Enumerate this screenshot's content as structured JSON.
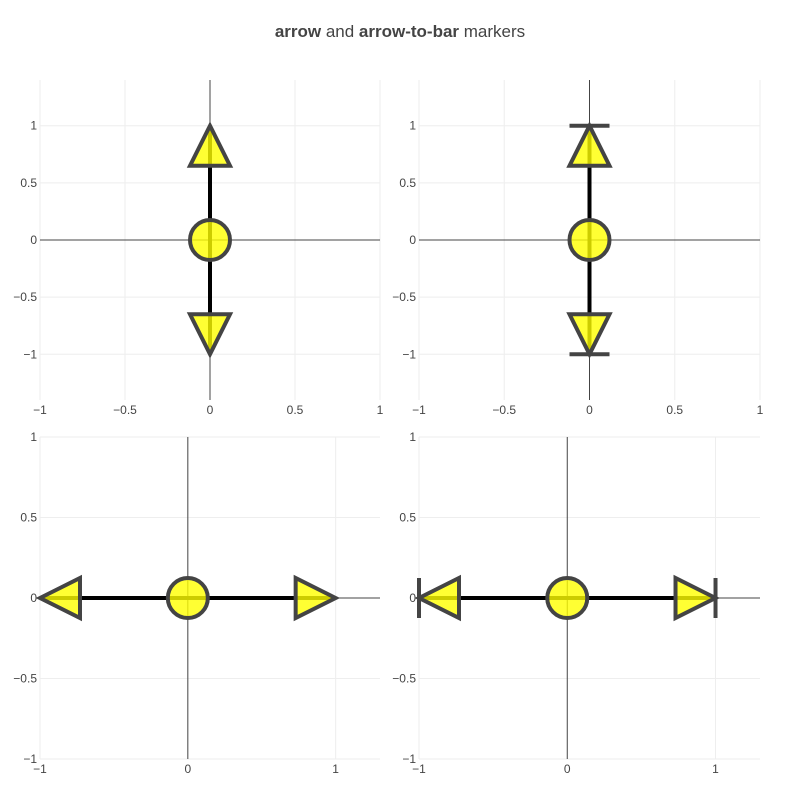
{
  "title": {
    "part1": "arrow",
    "part2": " and ",
    "part3": "arrow-to-bar",
    "part4": " markers"
  },
  "colors": {
    "marker_fill": "#ffff00",
    "marker_line": "#444444",
    "trace_line": "#000000",
    "grid": "#eeeeee",
    "zeroline": "#444444"
  },
  "chart_data": [
    {
      "type": "scatter",
      "name": "top-left",
      "x": [
        0,
        0,
        0
      ],
      "y": [
        -1,
        0,
        1
      ],
      "markers": [
        "arrow-down",
        "circle",
        "arrow-up"
      ],
      "xlim": [
        -1,
        1
      ],
      "ylim": [
        -1.4,
        1.4
      ],
      "xticks": [
        -1,
        -0.5,
        0,
        0.5,
        1
      ],
      "xtick_labels": [
        "−1",
        "−0.5",
        "0",
        "0.5",
        "1"
      ],
      "yticks": [
        -1,
        -0.5,
        0,
        0.5,
        1
      ],
      "ytick_labels": [
        "−1",
        "−0.5",
        "0",
        "0.5",
        "1"
      ],
      "grid": true
    },
    {
      "type": "scatter",
      "name": "top-right",
      "x": [
        0,
        0,
        0
      ],
      "y": [
        -1,
        0,
        1
      ],
      "markers": [
        "arrow-bar-down",
        "circle",
        "arrow-bar-up"
      ],
      "xlim": [
        -1,
        1
      ],
      "ylim": [
        -1.4,
        1.4
      ],
      "xticks": [
        -1,
        -0.5,
        0,
        0.5,
        1
      ],
      "xtick_labels": [
        "−1",
        "−0.5",
        "0",
        "0.5",
        "1"
      ],
      "yticks": [
        -1,
        -0.5,
        0,
        0.5,
        1
      ],
      "ytick_labels": [
        "−1",
        "−0.5",
        "0",
        "0.5",
        "1"
      ],
      "grid": true
    },
    {
      "type": "scatter",
      "name": "bottom-left",
      "x": [
        -1,
        0,
        1
      ],
      "y": [
        0,
        0,
        0
      ],
      "markers": [
        "arrow-left",
        "circle",
        "arrow-right"
      ],
      "xlim": [
        -1,
        1.3
      ],
      "ylim": [
        -1,
        1
      ],
      "xticks": [
        -1,
        0,
        1
      ],
      "xtick_labels": [
        "−1",
        "0",
        "1"
      ],
      "yticks": [
        -1,
        -0.5,
        0,
        0.5,
        1
      ],
      "ytick_labels": [
        "−1",
        "−0.5",
        "0",
        "0.5",
        "1"
      ],
      "grid": true
    },
    {
      "type": "scatter",
      "name": "bottom-right",
      "x": [
        -1,
        0,
        1
      ],
      "y": [
        0,
        0,
        0
      ],
      "markers": [
        "arrow-bar-left",
        "circle",
        "arrow-bar-right"
      ],
      "xlim": [
        -1,
        1.3
      ],
      "ylim": [
        -1,
        1
      ],
      "xticks": [
        -1,
        0,
        1
      ],
      "xtick_labels": [
        "−1",
        "0",
        "1"
      ],
      "yticks": [
        -1,
        -0.5,
        0,
        0.5,
        1
      ],
      "ytick_labels": [
        "−1",
        "−0.5",
        "0",
        "0.5",
        "1"
      ],
      "grid": true
    }
  ]
}
